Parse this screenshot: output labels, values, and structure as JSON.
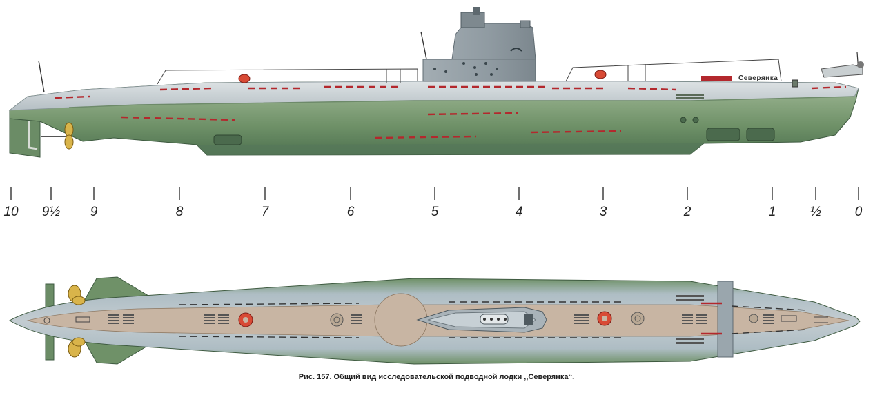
{
  "hull_name": "Северянка",
  "stations": [
    "10",
    "9½",
    "9",
    "8",
    "7",
    "6",
    "5",
    "4",
    "3",
    "2",
    "1",
    "½",
    "0"
  ],
  "caption": "Рис. 157. Общий вид исследовательской подводной лодки ,,Северянка‘‘.",
  "colors": {
    "hull_green": "#6f9168",
    "deck_grey": "#b9c2c8",
    "sail_grey": "#9aa6ad",
    "deck_tan": "#c8b5a3",
    "propeller_gold": "#d9b44a",
    "port_red": "#b3282d",
    "lifebuoy_red": "#d84a35"
  }
}
